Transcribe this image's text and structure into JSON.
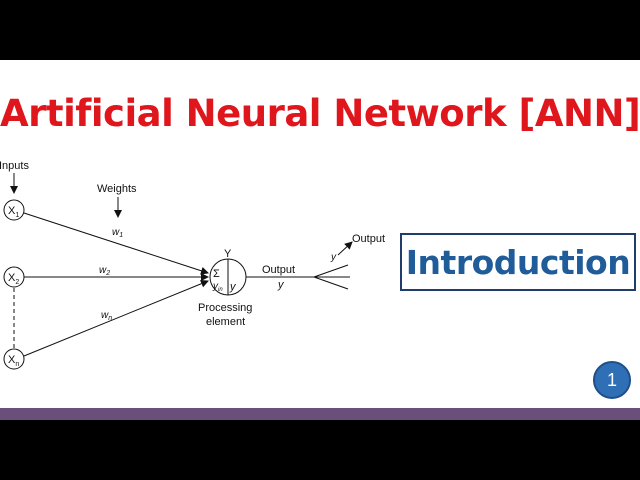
{
  "slide": {
    "title": "Artificial Neural Network [ANN]",
    "subtitle_box": "Introduction",
    "page_number": "1",
    "colors": {
      "title": "#e0161d",
      "subtitle_text": "#1f5c99",
      "subtitle_border": "#1f3c6a",
      "badge": "#2f6fb6",
      "bottom_band": "#6b4f7b",
      "letterbox": "#000000"
    }
  },
  "diagram": {
    "inputs_label": "Inputs",
    "weights_label": "Weights",
    "inputs": [
      {
        "base": "X",
        "sub": "1"
      },
      {
        "base": "X",
        "sub": "2"
      },
      {
        "base": "X",
        "sub": "n"
      }
    ],
    "weights": [
      {
        "base": "w",
        "sub": "1"
      },
      {
        "base": "w",
        "sub": "2"
      },
      {
        "base": "w",
        "sub": "n"
      }
    ],
    "neuron": {
      "top_label": "Y",
      "sum_symbol": "Σ",
      "net_input": {
        "base": "y",
        "sub": "in"
      },
      "activation": "y",
      "caption_line1": "Processing",
      "caption_line2": "element"
    },
    "output_label": "Output",
    "output_symbol": "y",
    "fanout_label": "Output",
    "fanout_symbol": "y"
  }
}
